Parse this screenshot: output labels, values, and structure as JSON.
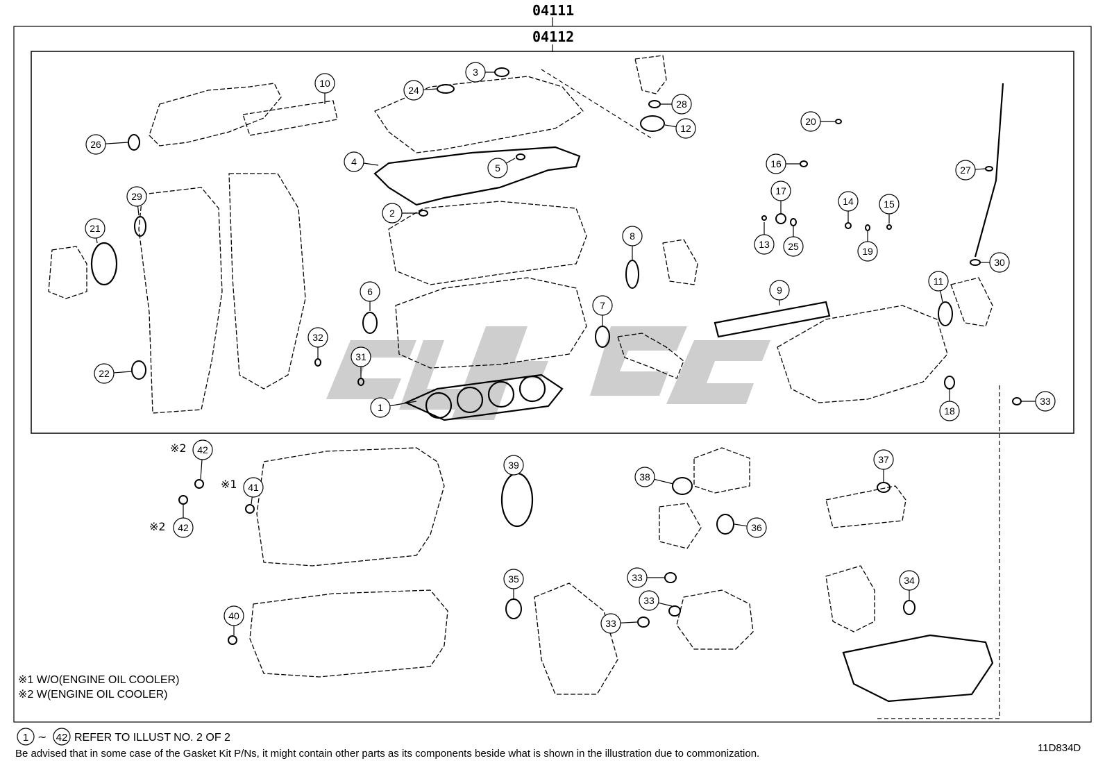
{
  "header": {
    "code_outer": "04111",
    "code_inner": "04112"
  },
  "callouts": [
    {
      "id": "c1",
      "label": "1"
    },
    {
      "id": "c2",
      "label": "2"
    },
    {
      "id": "c3",
      "label": "3"
    },
    {
      "id": "c4",
      "label": "4"
    },
    {
      "id": "c5",
      "label": "5"
    },
    {
      "id": "c6",
      "label": "6"
    },
    {
      "id": "c7",
      "label": "7"
    },
    {
      "id": "c8",
      "label": "8"
    },
    {
      "id": "c9",
      "label": "9"
    },
    {
      "id": "c10",
      "label": "10"
    },
    {
      "id": "c11",
      "label": "11"
    },
    {
      "id": "c12",
      "label": "12"
    },
    {
      "id": "c13",
      "label": "13"
    },
    {
      "id": "c14",
      "label": "14"
    },
    {
      "id": "c15",
      "label": "15"
    },
    {
      "id": "c16",
      "label": "16"
    },
    {
      "id": "c17",
      "label": "17"
    },
    {
      "id": "c18",
      "label": "18"
    },
    {
      "id": "c19",
      "label": "19"
    },
    {
      "id": "c20",
      "label": "20"
    },
    {
      "id": "c21",
      "label": "21"
    },
    {
      "id": "c22",
      "label": "22"
    },
    {
      "id": "c24",
      "label": "24"
    },
    {
      "id": "c25",
      "label": "25"
    },
    {
      "id": "c26",
      "label": "26"
    },
    {
      "id": "c27",
      "label": "27"
    },
    {
      "id": "c28",
      "label": "28"
    },
    {
      "id": "c29",
      "label": "29"
    },
    {
      "id": "c30",
      "label": "30"
    },
    {
      "id": "c31",
      "label": "31"
    },
    {
      "id": "c32",
      "label": "32"
    },
    {
      "id": "c33a",
      "label": "33"
    },
    {
      "id": "c33b",
      "label": "33"
    },
    {
      "id": "c33c",
      "label": "33"
    },
    {
      "id": "c33d",
      "label": "33"
    },
    {
      "id": "c34",
      "label": "34"
    },
    {
      "id": "c35",
      "label": "35"
    },
    {
      "id": "c36",
      "label": "36"
    },
    {
      "id": "c37",
      "label": "37"
    },
    {
      "id": "c38",
      "label": "38"
    },
    {
      "id": "c39",
      "label": "39"
    },
    {
      "id": "c40",
      "label": "40"
    },
    {
      "id": "c41",
      "label": "41"
    },
    {
      "id": "c42a",
      "label": "42"
    },
    {
      "id": "c42b",
      "label": "42"
    }
  ],
  "marks": {
    "m1": "※1",
    "m2a": "※2",
    "m2b": "※2"
  },
  "notes": {
    "n1": "※1 W/O(ENGINE OIL COOLER)",
    "n2": "※2 W(ENGINE OIL COOLER)"
  },
  "footer": {
    "range_from": "1",
    "range_sep": "~",
    "range_to": "42",
    "refer": "REFER TO ILLUST NO. 2 OF 2",
    "advisory": "Be advised that in some case of the Gasket Kit P/Ns,  it might contain other parts as its components beside what is shown in the illustration due to commonization.",
    "illustration_id": "11D834D"
  },
  "colors": {
    "line": "#000000",
    "watermark": "#c8c8c8",
    "background": "#ffffff"
  }
}
